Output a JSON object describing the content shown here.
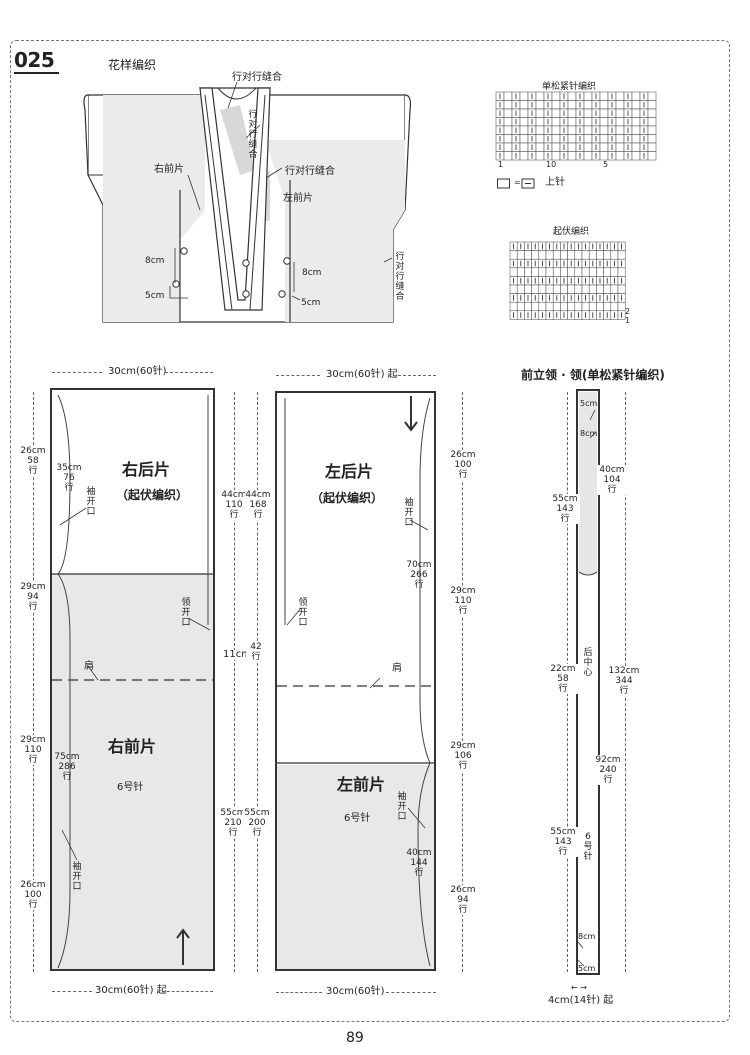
{
  "pattern_number": "025",
  "page_number": "89",
  "top_sketch": {
    "title": "花样编织",
    "labels": {
      "row_seam_top": "行对行缝合",
      "row_seam_v": "行对行缝合",
      "row_seam_mid": "行对行缝合",
      "right_front": "右前片",
      "left_front": "左前片",
      "cm8_left": "8cm",
      "cm5_left": "5cm",
      "cm8_right": "8cm",
      "cm5_right": "5cm",
      "row_seam_side": "行对行缝合"
    }
  },
  "charts": {
    "single_rib_title": "单松紧针编织",
    "single_rib_row_labels": [
      "1",
      "10",
      "5"
    ],
    "legend_symbol": "□ = □",
    "legend_label": "上针",
    "moss_title": "起伏编织",
    "moss_row_labels": [
      "2",
      "1"
    ]
  },
  "right_piece": {
    "top_width": "30cm(60针)",
    "bottom_width": "30cm(60针) 起",
    "back_title": "右后片",
    "back_sub": "（起伏编织）",
    "front_title": "右前片",
    "needle": "6号针",
    "shoulder": "肩",
    "collar_open": "领开口",
    "sleeve_open_upper": "袖开口",
    "sleeve_open_lower": "袖开口",
    "dims_left": [
      {
        "cm": "26cm",
        "rows": "58",
        "unit": "行"
      },
      {
        "cm": "29cm",
        "rows": "94",
        "unit": "行"
      },
      {
        "cm": "29cm",
        "rows": "110",
        "unit": "行"
      },
      {
        "cm": "26cm",
        "rows": "100",
        "unit": "行"
      }
    ],
    "dims_inner": [
      {
        "cm": "35cm",
        "rows": "76",
        "unit": "行"
      },
      {
        "cm": "75cm",
        "rows": "286",
        "unit": "行"
      }
    ]
  },
  "middle_dims": {
    "upper_a": {
      "cm": "44cm",
      "rows": "110",
      "unit": "行"
    },
    "upper_b": {
      "cm": "44cm",
      "rows": "168",
      "unit": "行"
    },
    "mid": {
      "cm": "11cm",
      "rows": "42",
      "unit": "行"
    },
    "lower_a": {
      "cm": "55cm",
      "rows": "210",
      "unit": "行"
    },
    "lower_b": {
      "cm": "55cm",
      "rows": "200",
      "unit": "行"
    }
  },
  "left_piece": {
    "top_width": "30cm(60针) 起",
    "bottom_width": "30cm(60针)",
    "back_title": "左后片",
    "back_sub": "（起伏编织）",
    "front_title": "左前片",
    "needle": "6号针",
    "shoulder": "肩",
    "collar_open": "领开口",
    "sleeve_open_upper": "袖开口",
    "sleeve_open_lower": "袖开口",
    "dims_right": [
      {
        "cm": "26cm",
        "rows": "100",
        "unit": "行"
      },
      {
        "cm": "29cm",
        "rows": "110",
        "unit": "行"
      },
      {
        "cm": "29cm",
        "rows": "106",
        "unit": "行"
      },
      {
        "cm": "26cm",
        "rows": "94",
        "unit": "行"
      }
    ],
    "dims_inner": [
      {
        "cm": "70cm",
        "rows": "266",
        "unit": "行"
      },
      {
        "cm": "40cm",
        "rows": "144",
        "unit": "行"
      }
    ]
  },
  "collar": {
    "title": "前立领 · 领(单松紧针编织)",
    "top_5": "5cm",
    "top_8": "8cm",
    "d55": {
      "cm": "55cm",
      "rows": "143",
      "unit": "行"
    },
    "d40": {
      "cm": "40cm",
      "rows": "104",
      "unit": "行"
    },
    "back_center": "后中心",
    "d22": {
      "cm": "22cm",
      "rows": "58",
      "unit": "行"
    },
    "d132": {
      "cm": "132cm",
      "rows": "344",
      "unit": "行"
    },
    "d92": {
      "cm": "92cm",
      "rows": "240",
      "unit": "行"
    },
    "d55b": {
      "cm": "55cm",
      "rows": "143",
      "unit": "行"
    },
    "needle": "6号针",
    "bottom_8": "8cm",
    "bottom_5": "5cm",
    "width": "4cm(14针) 起"
  }
}
